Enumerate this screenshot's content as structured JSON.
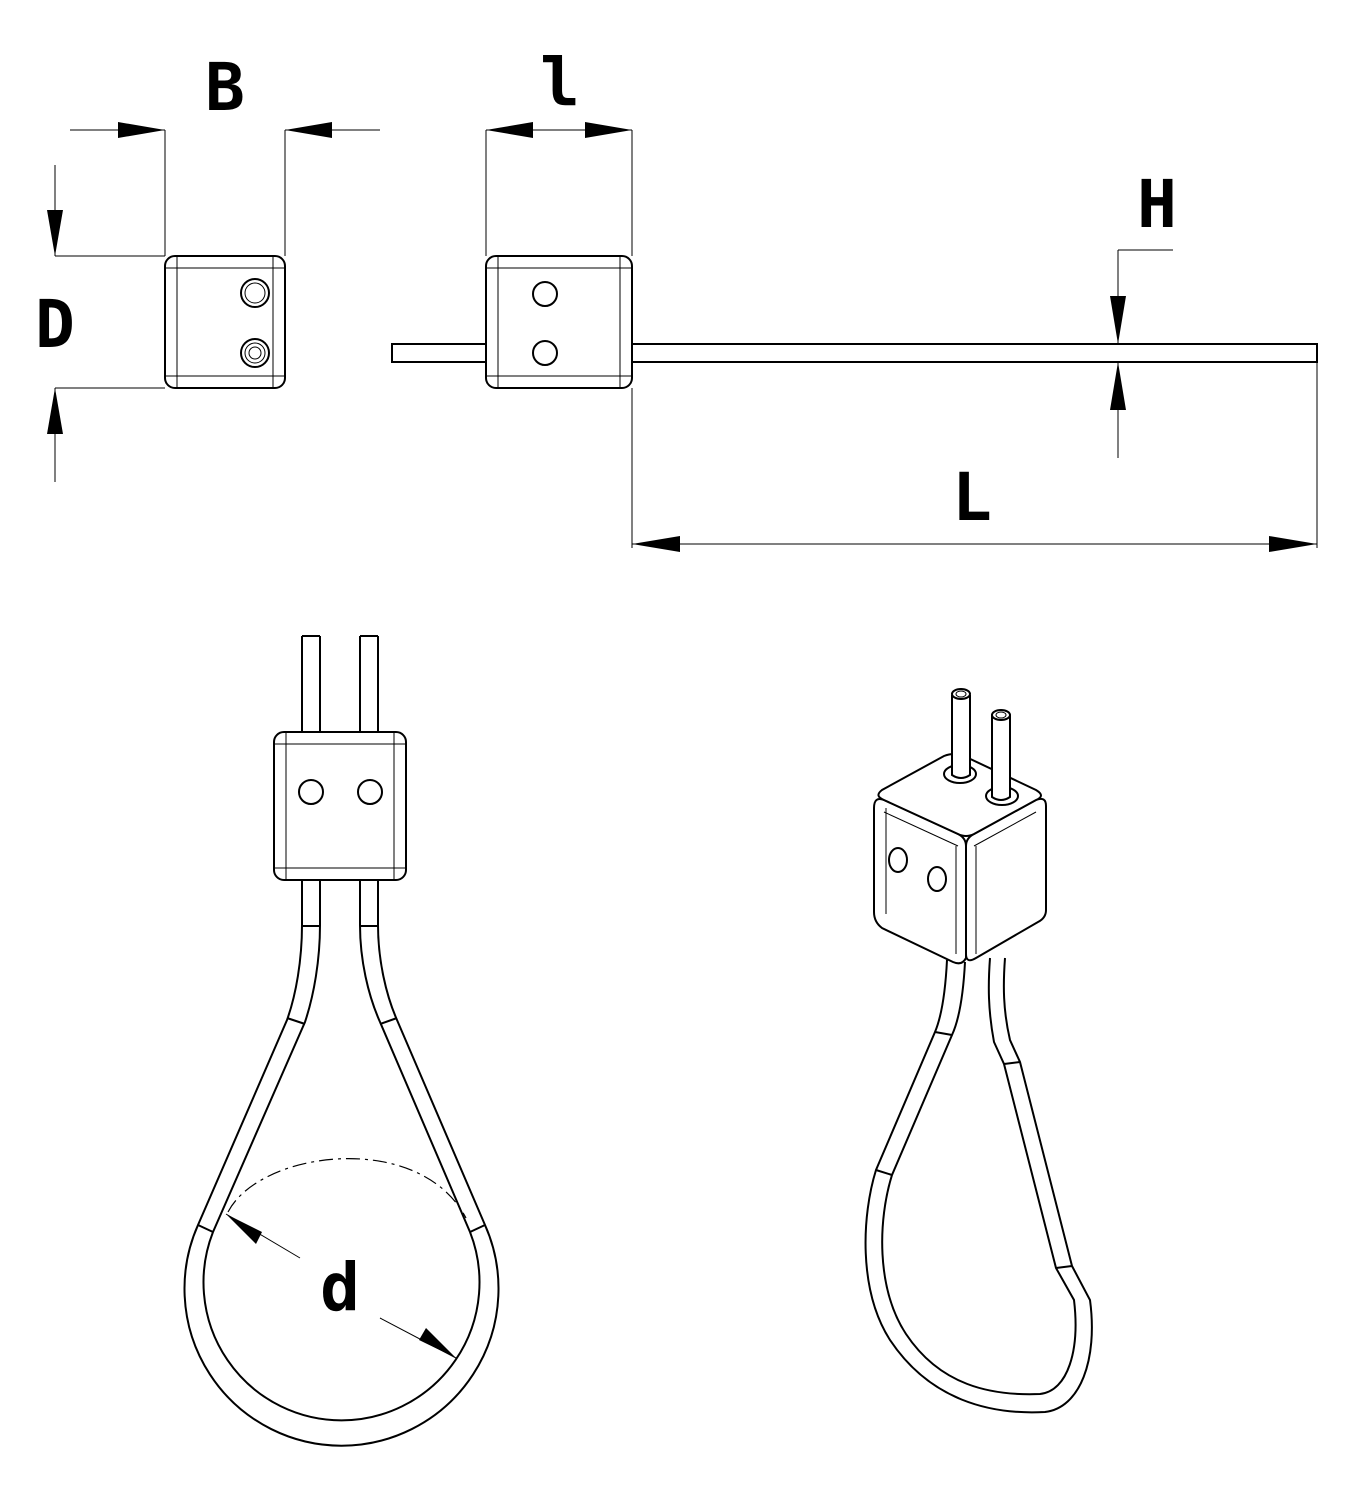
{
  "labels": {
    "width": "B",
    "depth": "D",
    "block_length": "l",
    "height": "H",
    "length": "L",
    "loop_diameter": "d"
  }
}
